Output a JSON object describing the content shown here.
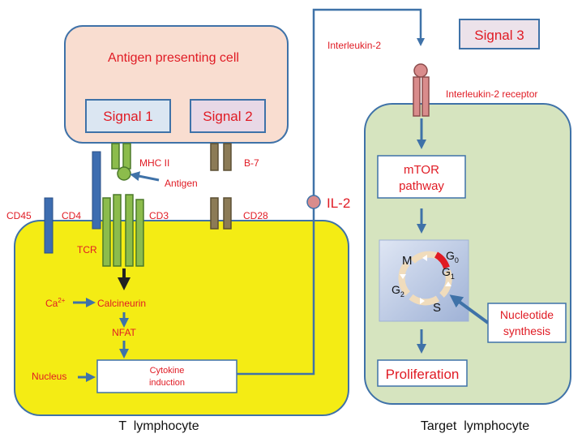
{
  "apc": {
    "title": "Antigen presenting cell",
    "signal1": "Signal 1",
    "signal2": "Signal 2"
  },
  "receptors": {
    "mhc": "MHC II",
    "antigen": "Antigen",
    "b7": "B-7",
    "cd45": "CD45",
    "cd4": "CD4",
    "cd3": "CD3",
    "cd28": "CD28",
    "tcr": "TCR"
  },
  "pathway": {
    "ca": "Ca",
    "ca_sup": "2+",
    "calcineurin": "Calcineurin",
    "nfat": "NFAT",
    "nucleus": "Nucleus",
    "cytokine_line1": "Cytokine",
    "cytokine_line2": "induction"
  },
  "il2": {
    "label": "IL-2",
    "interleukin": "Interleukin-2",
    "receptor": "Interleukin-2 receptor"
  },
  "target": {
    "signal3": "Signal 3",
    "mtor_line1": "mTOR",
    "mtor_line2": "pathway",
    "nucleotide_line1": "Nucleotide",
    "nucleotide_line2": "synthesis",
    "proliferation": "Proliferation"
  },
  "cycle": {
    "m": "M",
    "g0": "G",
    "g0_sub": "0",
    "g1": "G",
    "g1_sub": "1",
    "g2": "G",
    "g2_sub": "2",
    "s": "S"
  },
  "captions": {
    "t_cell": "T  lymphocyte",
    "target_cell": "Target  lymphocyte"
  },
  "colors": {
    "apc_fill": "#f9ddd0",
    "tcell_fill": "#f4ec14",
    "target_fill": "#d6e4bf",
    "border": "#3f72a8",
    "text_red": "#e01b24",
    "green": "#8cbc4c",
    "brown": "#8c7b56",
    "blue": "#3d6db0",
    "pink": "#d98c8c"
  }
}
